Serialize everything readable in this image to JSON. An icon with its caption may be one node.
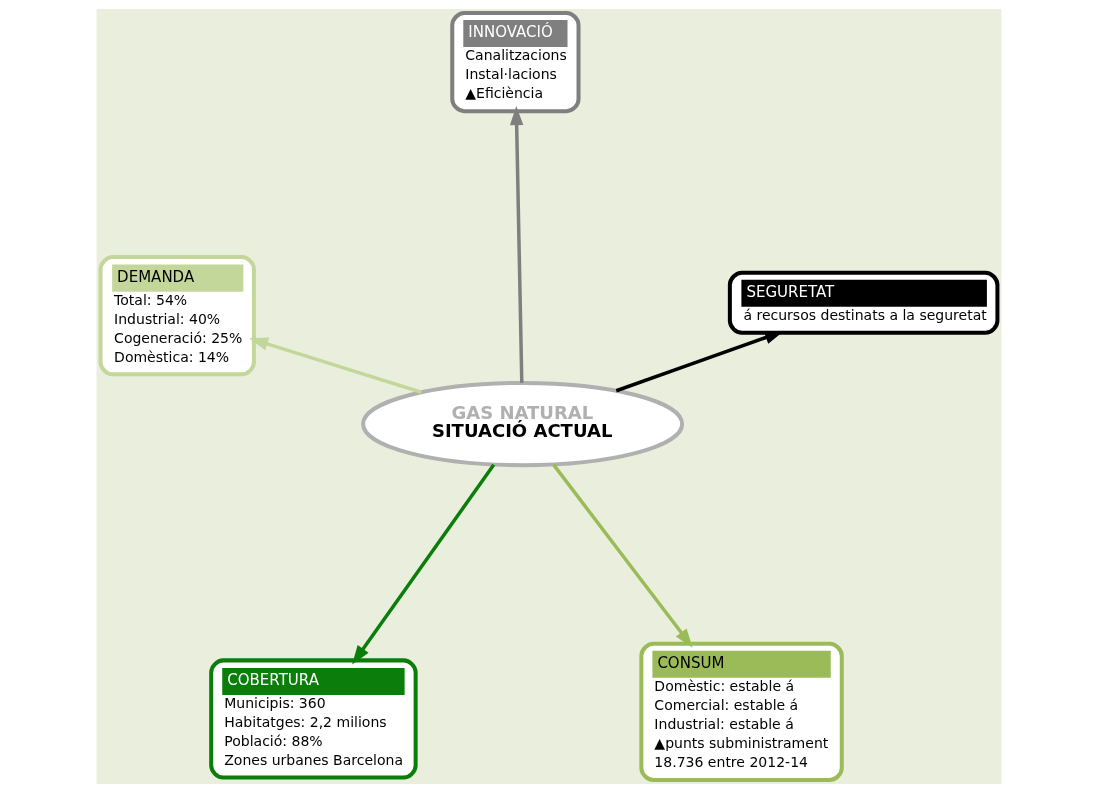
{
  "diagram": {
    "nodes": [
      {
        "text": [
          "COBERTURA",
          "Municipis: 360",
          "Habitatges: 2,2 milions",
          "Població: 88%",
          "Zones urbanes Barcelona"
        ]
      },
      {
        "text": [
          "CONSUM",
          "Domèstic: estable á",
          "Comercial: estable á",
          "Industrial: estable á",
          "▲punts subministrament",
          "18.736 entre 2012-14"
        ]
      },
      {
        "text": [
          "GAS NATURAL",
          "SITUACIÓ ACTUAL"
        ]
      },
      {
        "text": [
          "INNOVACIÓ",
          "Canalitzacions",
          "Instal·lacions",
          "▲Eficiència"
        ]
      },
      {
        "text": [
          "SEGURETAT",
          "á recursos destinats a la seguretat"
        ]
      },
      {
        "text": [
          "DEMANDA",
          "Total: 54%",
          "Industrial: 40%",
          "Cogeneració: 25%",
          "Domèstica: 14%"
        ]
      }
    ],
    "edges": [
      {
        "from": 2,
        "to": 0,
        "arrow": "to",
        "color": "#0a7d0a"
      },
      {
        "from": 2,
        "to": 1,
        "arrow": "to",
        "color": "#9bbb59"
      },
      {
        "from": 2,
        "to": 4,
        "arrow": "to",
        "color": "#000000"
      },
      {
        "from": 2,
        "to": 3,
        "arrow": "to",
        "color": "#7f7f7f"
      },
      {
        "from": 2,
        "to": 5,
        "arrow": "to",
        "color": "#c4d79b"
      }
    ]
  }
}
